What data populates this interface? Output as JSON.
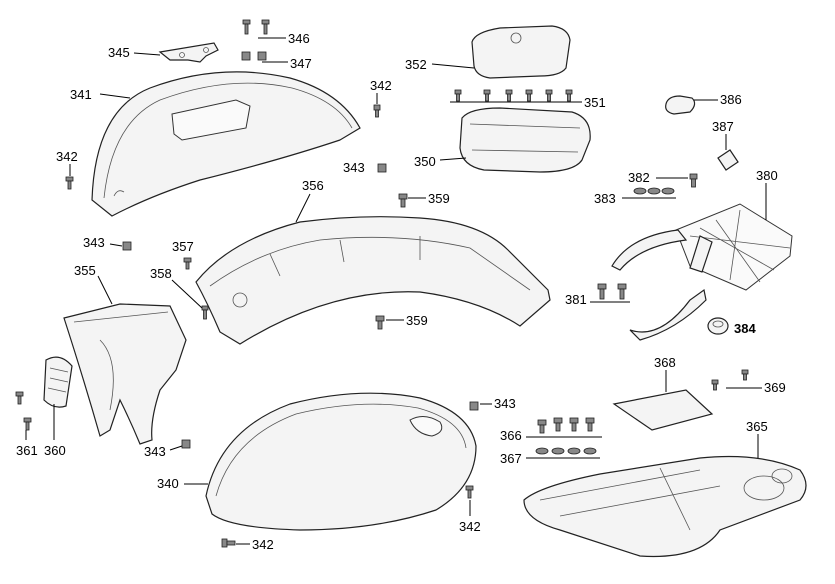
{
  "labels": {
    "l345": "345",
    "l346": "346",
    "l347": "347",
    "l341": "341",
    "l342a": "342",
    "l342b": "342",
    "l343a": "343",
    "l352": "352",
    "l351": "351",
    "l350": "350",
    "l386": "386",
    "l387": "387",
    "l382": "382",
    "l383": "383",
    "l380": "380",
    "l356": "356",
    "l359a": "359",
    "l343b": "343",
    "l357": "357",
    "l355": "355",
    "l358": "358",
    "l359b": "359",
    "l381": "381",
    "l384": "384",
    "l368": "368",
    "l369": "369",
    "l343c": "343",
    "l366": "366",
    "l365": "365",
    "l367": "367",
    "l361": "361",
    "l360": "360",
    "l343d": "343",
    "l340": "340",
    "l342c": "342",
    "l342d": "342"
  }
}
